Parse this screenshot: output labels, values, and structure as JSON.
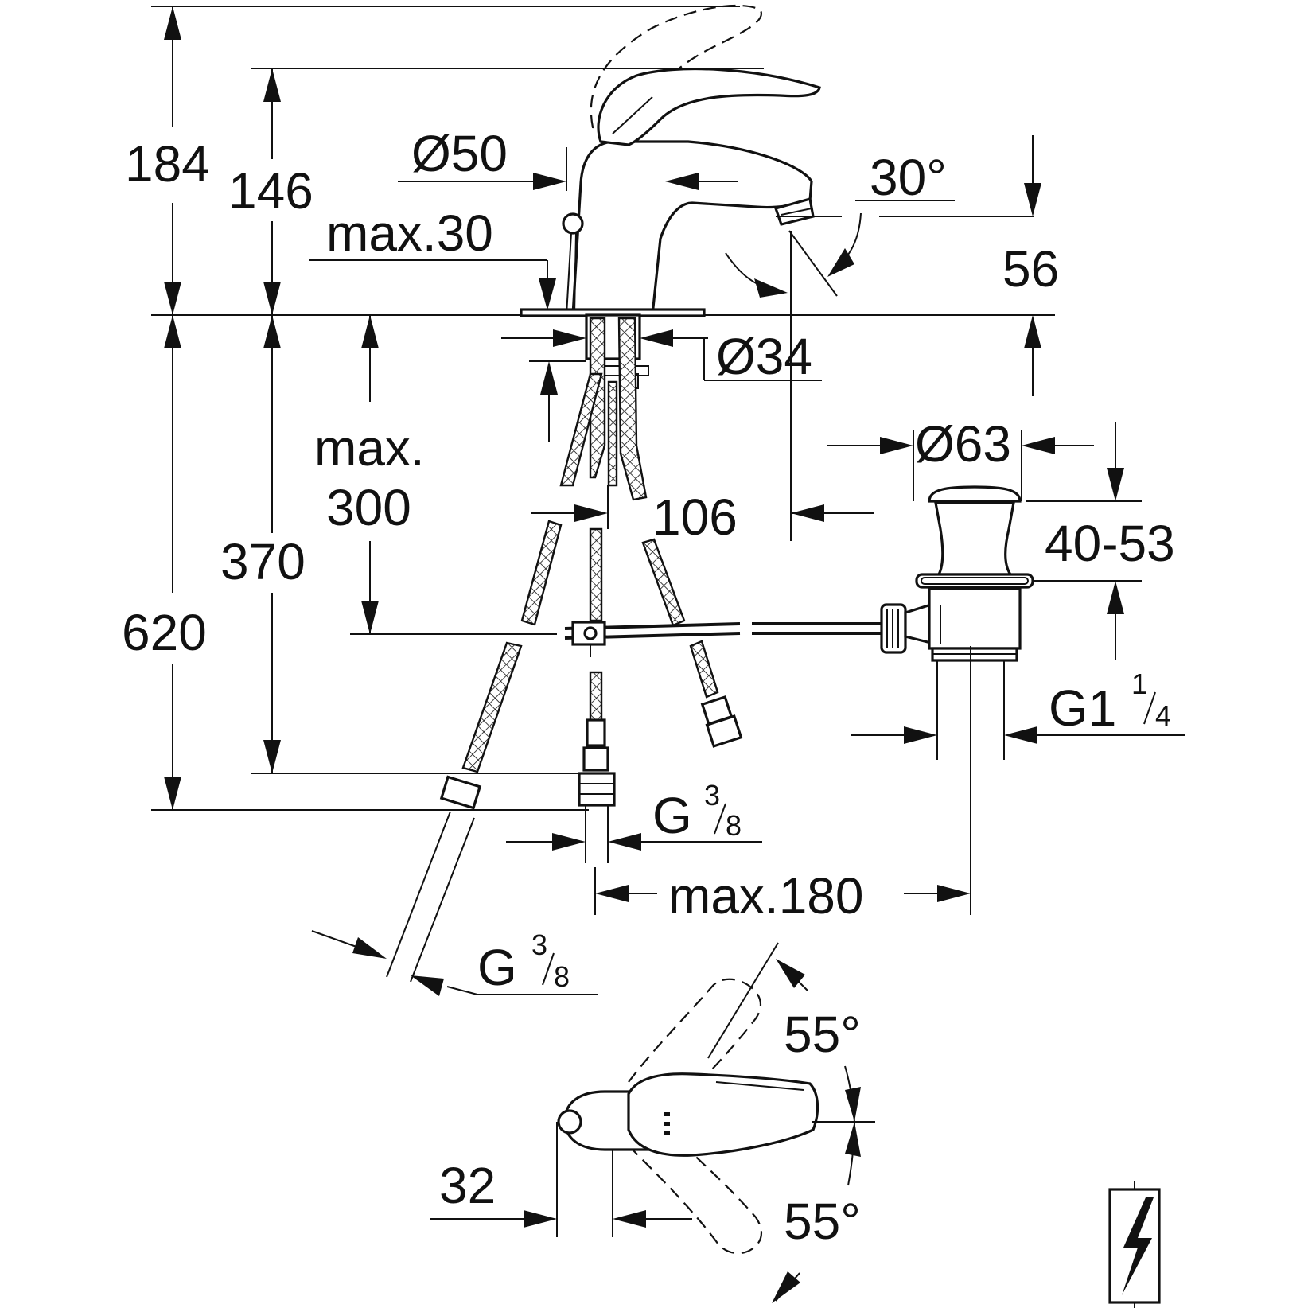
{
  "dimensions": {
    "h184": "184",
    "h146": "146",
    "max30": "max.30",
    "d50": "Ø50",
    "angle30": "30°",
    "h56": "56",
    "d34": "Ø34",
    "max300_line1": "max.",
    "max300_line2": "300",
    "h370": "370",
    "h620": "620",
    "d106": "106",
    "d63": "Ø63",
    "range40_53": "40-53",
    "thread_g114_main": "G1",
    "thread_g114_num": "1",
    "thread_g114_den": "4",
    "thread_g38a_main": "G",
    "thread_g38a_num": "3",
    "thread_g38a_den": "8",
    "max180": "max.180",
    "thread_g38b_main": "G",
    "thread_g38b_num": "3",
    "thread_g38b_den": "8",
    "angle55_top": "55°",
    "angle55_bottom": "55°",
    "w32": "32"
  },
  "icons": [
    "electrical-symbol-icon"
  ]
}
